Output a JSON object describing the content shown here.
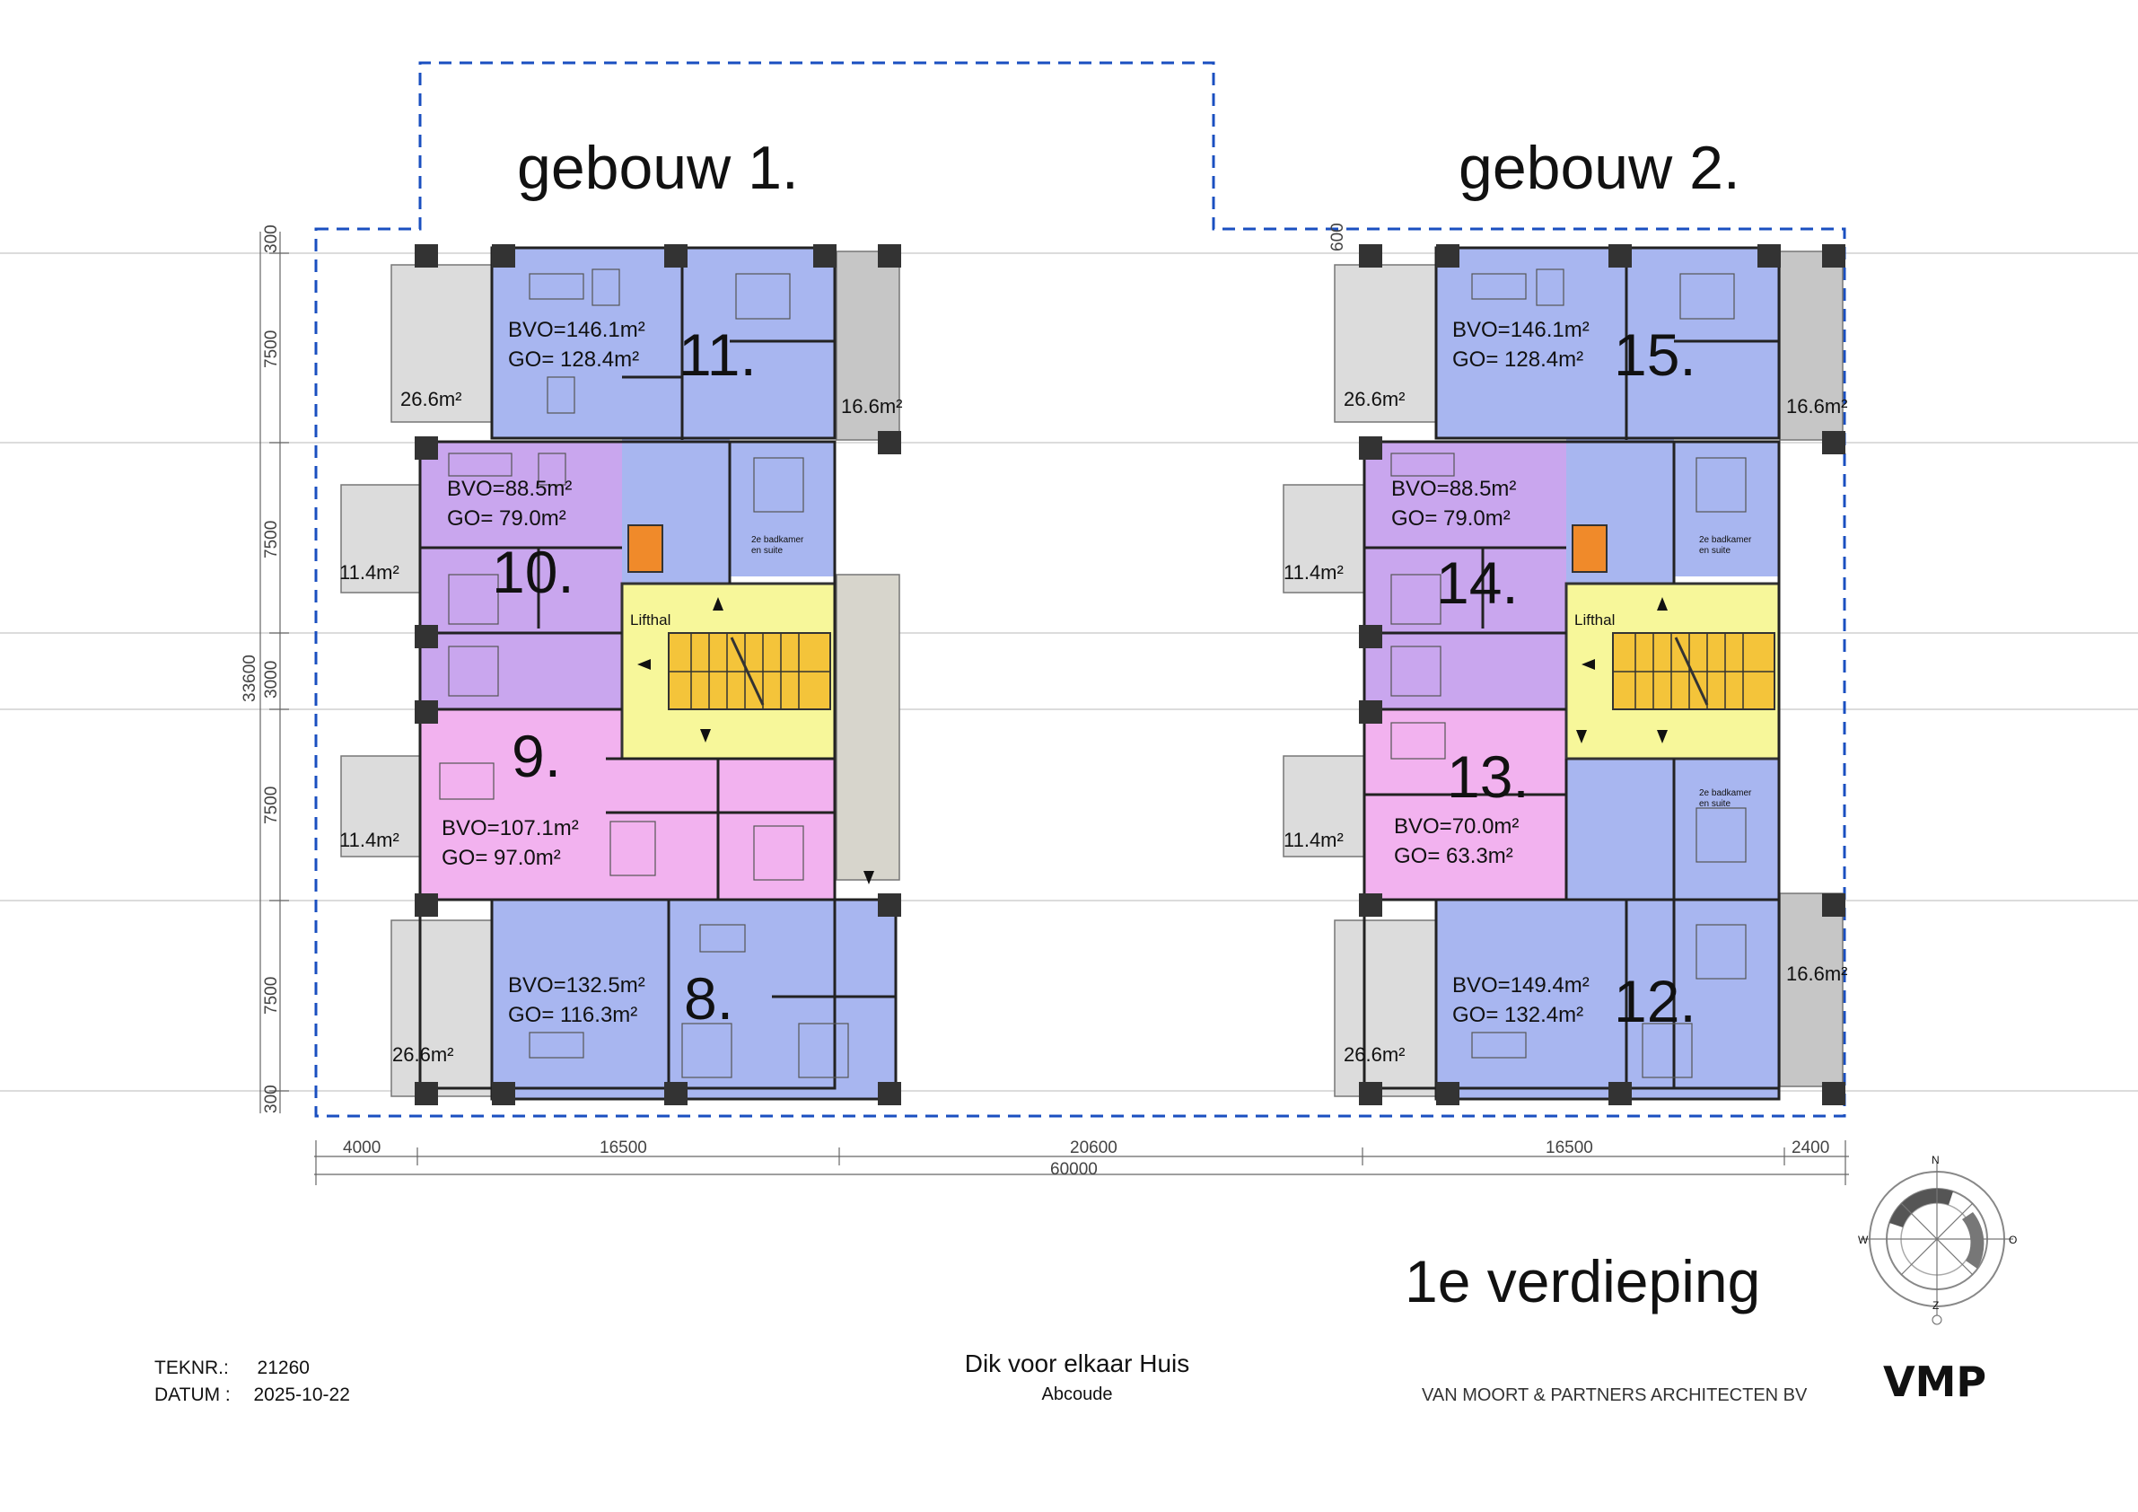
{
  "buildings": [
    {
      "title": "gebouw 1.",
      "units": [
        {
          "number": "11.",
          "bvo": "BVO=146.1m²",
          "go": "GO=  128.4m²",
          "color": "#a8b6f0"
        },
        {
          "number": "10.",
          "bvo": "BVO=88.5m²",
          "go": "GO=  79.0m²",
          "color": "#c9a6ee"
        },
        {
          "number": "9.",
          "bvo": "BVO=107.1m²",
          "go": "GO=    97.0m²",
          "color": "#f2b2ef"
        },
        {
          "number": "8.",
          "bvo": "BVO=132.5m²",
          "go": "GO=  116.3m²",
          "color": "#a8b6f0"
        }
      ],
      "balconies": [
        "26.6m²",
        "16.6m²",
        "11.4m²",
        "11.4m²",
        "26.6m²"
      ],
      "lobby": "Lifthal",
      "bath_note": [
        "2e badkamer",
        "en suite"
      ]
    },
    {
      "title": "gebouw 2.",
      "units": [
        {
          "number": "15.",
          "bvo": "BVO=146.1m²",
          "go": "GO=  128.4m²",
          "color": "#a8b6f0"
        },
        {
          "number": "14.",
          "bvo": "BVO=88.5m²",
          "go": "GO=  79.0m²",
          "color": "#c9a6ee"
        },
        {
          "number": "13.",
          "bvo": "BVO=70.0m²",
          "go": "GO=  63.3m²",
          "color": "#f2b2ef"
        },
        {
          "number": "12.",
          "bvo": "BVO=149.4m²",
          "go": "GO=  132.4m²",
          "color": "#a8b6f0"
        }
      ],
      "balconies": [
        "26.6m²",
        "16.6m²",
        "11.4m²",
        "11.4m²",
        "26.6m²",
        "16.6m²"
      ],
      "lobby": "Lifthal",
      "bath_note": [
        "2e badkamer",
        "en suite",
        "2e badkamer",
        "en suite"
      ]
    }
  ],
  "dimensions": {
    "bottom": [
      "4000",
      "16500",
      "20600",
      "16500",
      "2400"
    ],
    "total": "60000",
    "left": [
      "300",
      "7500",
      "7500",
      "3000",
      "7500",
      "7500",
      "300"
    ],
    "left_total": "33600",
    "top_right": "600"
  },
  "floor_label": "1e verdieping",
  "compass": {
    "n": "N",
    "z": "Z",
    "w": "W",
    "o": "O"
  },
  "footer": {
    "tekenr_label": "TEKNR.:",
    "tekenr_value": "21260",
    "datum_label": "DATUM :",
    "datum_value": "2025-10-22",
    "project": "Dik voor elkaar Huis",
    "location": "Abcoude",
    "architect": "VAN MOORT & PARTNERS ARCHITECTEN BV",
    "logo": "VMP"
  },
  "colors": {
    "blue_unit": "#a8b6f0",
    "purple_unit": "#c9a6ee",
    "pink_unit": "#f2b2ef",
    "lobby": "#f7f79a",
    "stair": "#f4c43a",
    "balcony": "#dcdcdc",
    "boundary": "#1a4fc0"
  }
}
